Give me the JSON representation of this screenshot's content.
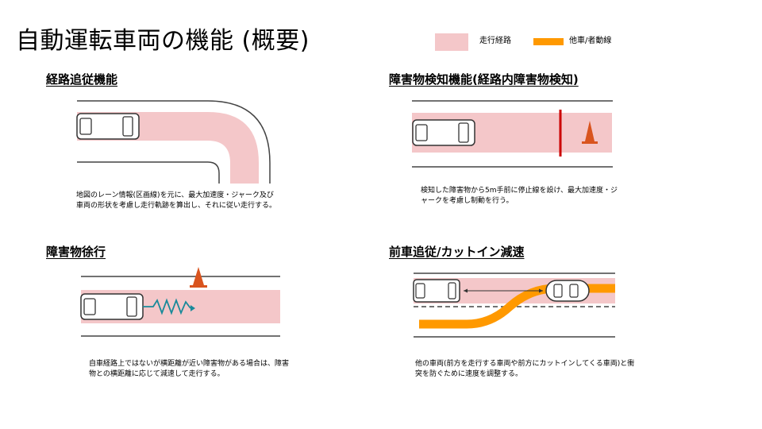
{
  "title": "自動運転車両の機能 (概要)",
  "legend": {
    "route": {
      "label": "走行経路",
      "color": "#f4c7c9"
    },
    "other": {
      "label": "他車/者動線",
      "color": "#ff9900"
    }
  },
  "sections": {
    "route_follow": {
      "title": "経路追従機能",
      "desc": "地図のレーン情報(区画線)を元に、最大加速度・ジャーク及び車両の形状を考慮し走行軌跡を算出し、それに従い走行する。"
    },
    "obstacle_detect": {
      "title": "障害物検知機能(経路内障害物検知)",
      "desc": "検知した障害物から5m手前に停止線を設け、最大加速度・ジャークを考慮し制動を行う。",
      "stop_line_color": "#cc0000"
    },
    "obstacle_slow": {
      "title": "障害物徐行",
      "desc": "自車経路上ではないが横距離が近い障害物がある場合は、障害物との横距離に応じて減速して走行する。",
      "wave_color": "#1a8a9a"
    },
    "lead_follow": {
      "title": "前車追従/カットイン減速",
      "desc": "他の車両(前方を走行する車両や前方にカットインしてくる車両)と衝突を防ぐために速度を調整する。"
    }
  },
  "colors": {
    "cone": "#d9541e",
    "lane_line": "#444444",
    "car_outline": "#333333"
  }
}
